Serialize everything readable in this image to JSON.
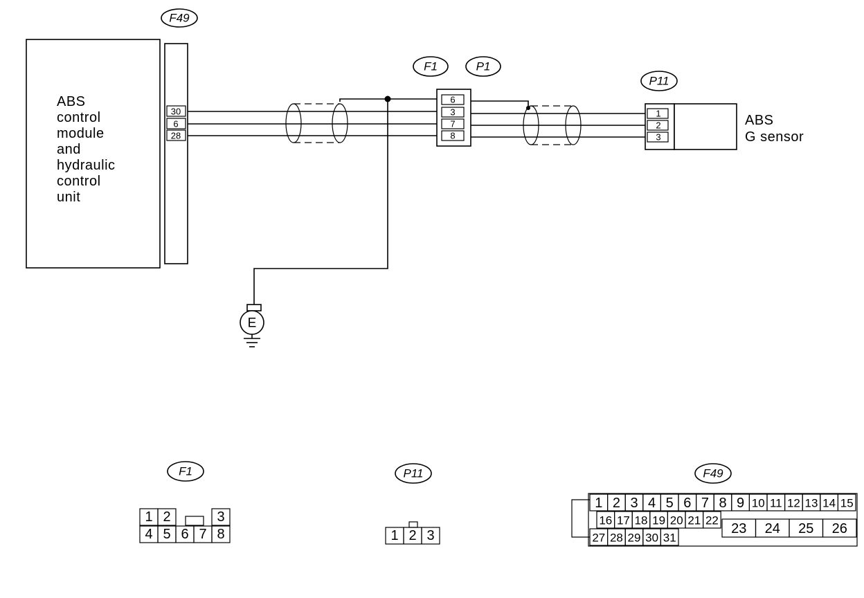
{
  "labels": {
    "abs_module": [
      "ABS",
      "control",
      "module",
      "and",
      "hydraulic",
      "control",
      "unit"
    ],
    "g_sensor": [
      "ABS",
      "G sensor"
    ],
    "ground": "E"
  },
  "connectors": {
    "f49": "F49",
    "f1": "F1",
    "p1": "P1",
    "p11": "P11"
  },
  "pins": {
    "f49_side": [
      "30",
      "6",
      "28"
    ],
    "f1_side": [
      "6",
      "3",
      "7",
      "8"
    ],
    "p11_side": [
      "1",
      "2",
      "3"
    ]
  },
  "faces": {
    "f1": {
      "title": "F1",
      "top": [
        "1",
        "2",
        "3"
      ],
      "bottom": [
        "4",
        "5",
        "6",
        "7",
        "8"
      ]
    },
    "p11": {
      "title": "P11",
      "cells": [
        "1",
        "2",
        "3"
      ]
    },
    "f49": {
      "title": "F49",
      "row1": [
        "1",
        "2",
        "3",
        "4",
        "5",
        "6",
        "7",
        "8",
        "9",
        "10",
        "11",
        "12",
        "13",
        "14",
        "15"
      ],
      "row2": [
        "16",
        "17",
        "18",
        "19",
        "20",
        "21",
        "22"
      ],
      "row2_large": [
        "23",
        "24",
        "25",
        "26"
      ],
      "row3": [
        "27",
        "28",
        "29",
        "30",
        "31"
      ]
    }
  }
}
